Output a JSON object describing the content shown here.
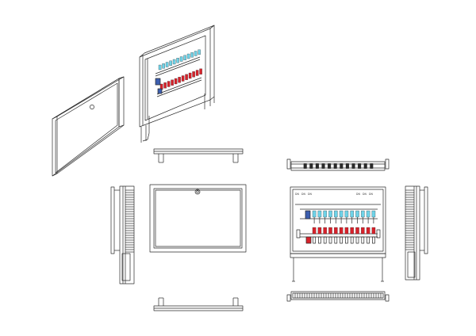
{
  "colors": {
    "background": "#ffffff",
    "line": "#2b2b2b",
    "supply_valve": "#6fd3e8",
    "return_valve": "#d8222b",
    "pump": "#3d5fb0"
  },
  "manifold": {
    "supply_valve_count": 12,
    "return_valve_count": 12
  },
  "labels": {
    "front_top_left": [
      "DN",
      "DN",
      "DN"
    ],
    "front_top_right": [
      "DN",
      "DN",
      "DN"
    ]
  }
}
